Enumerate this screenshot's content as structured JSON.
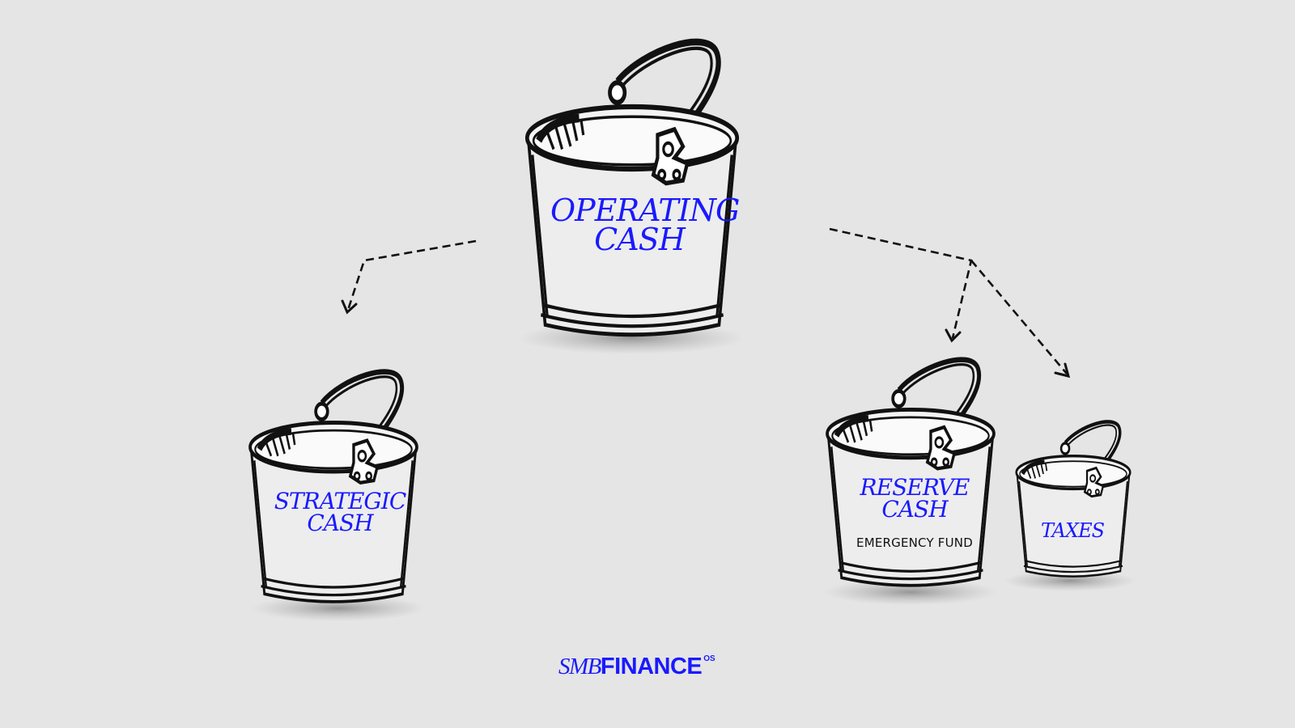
{
  "buckets": {
    "operating": {
      "line1": "OPERATING",
      "line2": "CASH"
    },
    "strategic": {
      "line1": "STRATEGIC",
      "line2": "CASH"
    },
    "reserve": {
      "line1": "RESERVE",
      "line2": "CASH",
      "sublabel": "EMERGENCY FUND"
    },
    "taxes": {
      "line1": "TAXES"
    }
  },
  "logo": {
    "part1": "SMB",
    "part2": "FINANCE",
    "superscript": "OS"
  },
  "colors": {
    "background": "#e5e5e5",
    "accent": "#1a1aff",
    "ink": "#111111"
  }
}
